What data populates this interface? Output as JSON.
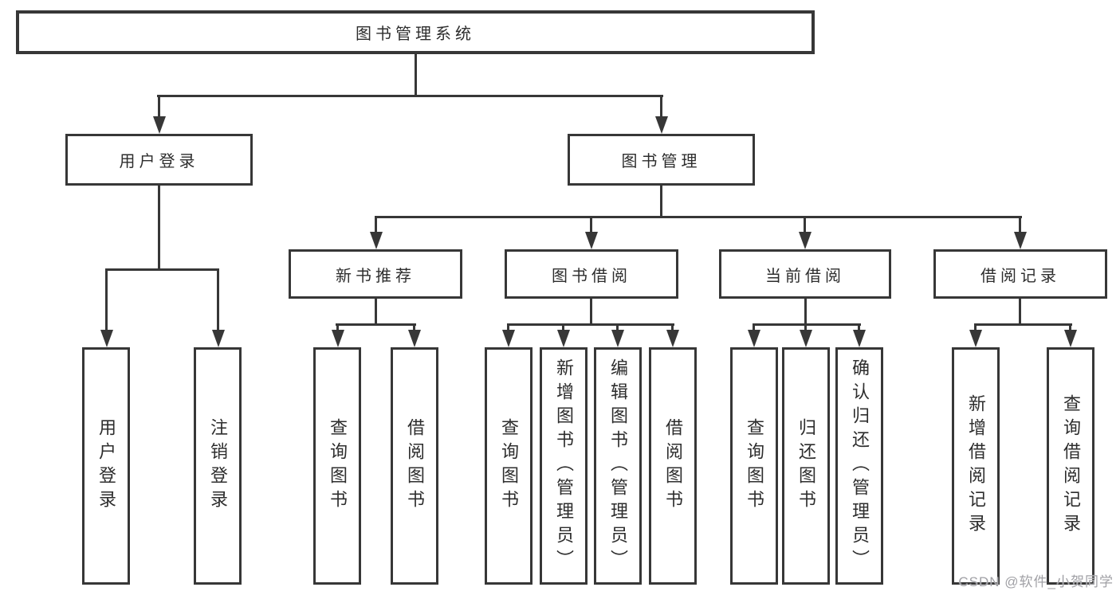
{
  "diagram": {
    "root": {
      "label": "图书管理系统"
    },
    "branches": [
      {
        "label": "用户登录",
        "children": [
          {
            "label": "用户登录"
          },
          {
            "label": "注销登录"
          }
        ]
      },
      {
        "label": "图书管理",
        "sections": [
          {
            "label": "新书推荐",
            "children": [
              {
                "label": "查询图书"
              },
              {
                "label": "借阅图书"
              }
            ]
          },
          {
            "label": "图书借阅",
            "children": [
              {
                "label": "查询图书"
              },
              {
                "label": "新增图书（管理员）"
              },
              {
                "label": "编辑图书（管理员）"
              },
              {
                "label": "借阅图书"
              }
            ]
          },
          {
            "label": "当前借阅",
            "children": [
              {
                "label": "查询图书"
              },
              {
                "label": "归还图书"
              },
              {
                "label": "确认归还（管理员）"
              }
            ]
          },
          {
            "label": "借阅记录",
            "children": [
              {
                "label": "新增借阅记录"
              },
              {
                "label": "查询借阅记录"
              }
            ]
          }
        ]
      }
    ]
  },
  "watermark": {
    "text": "CSDN @软件_小贺同学"
  },
  "colors": {
    "line": "#373737",
    "text": "#2d2d2d",
    "watermark": "#a0a0a5",
    "background": "#ffffff"
  }
}
